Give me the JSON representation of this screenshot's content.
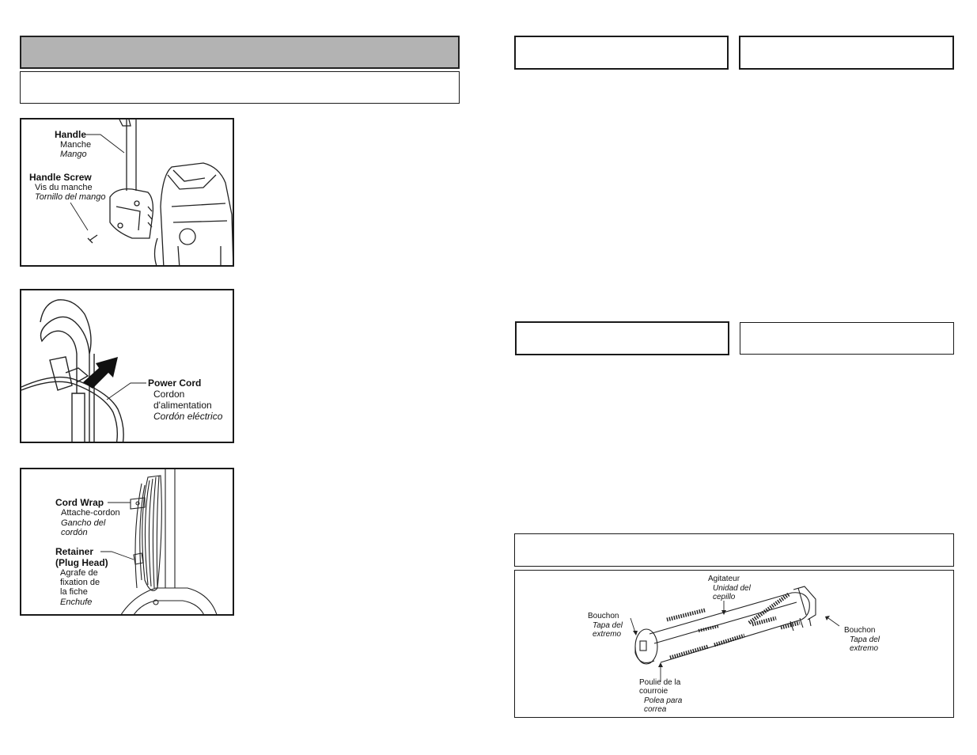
{
  "fig1": {
    "handle": "Handle",
    "handle_fr": "Manche",
    "handle_es": "Mango",
    "screw": "Handle Screw",
    "screw_fr": "Vis du manche",
    "screw_es": "Tornillo del mango"
  },
  "fig2": {
    "cord": "Power Cord",
    "cord_fr_1": "Cordon",
    "cord_fr_2": "d'alimentation",
    "cord_es": "Cordón eléctrico"
  },
  "fig3": {
    "wrap": "Cord Wrap",
    "wrap_fr": "Attache-cordon",
    "wrap_es_1": "Gancho del",
    "wrap_es_2": "cordón",
    "retainer_1": "Retainer",
    "retainer_2": "(Plug Head)",
    "retainer_fr_1": "Agrafe de",
    "retainer_fr_2": "fixation de",
    "retainer_fr_3": "la fiche",
    "retainer_es": "Enchufe"
  },
  "fig4": {
    "agitator": "Agitateur",
    "agitator_es_1": "Unidad del",
    "agitator_es_2": "cepillo",
    "endcap_left": "Bouchon",
    "endcap_left_es_1": "Tapa del",
    "endcap_left_es_2": "extremo",
    "endcap_right": "Bouchon",
    "endcap_right_es_1": "Tapa del",
    "endcap_right_es_2": "extremo",
    "pulley_1": "Poulie de la",
    "pulley_2": "courroie",
    "pulley_es_1": "Polea para",
    "pulley_es_2": "correa"
  }
}
